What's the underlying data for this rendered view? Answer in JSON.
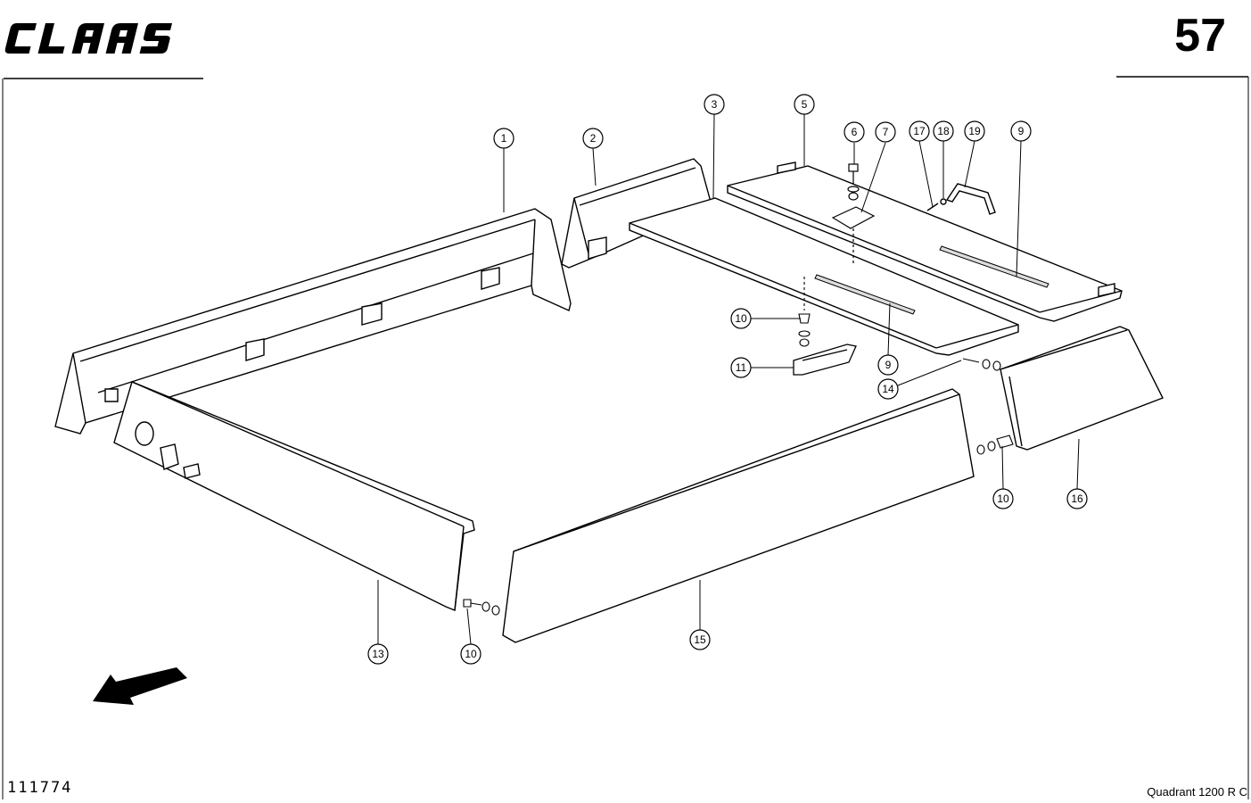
{
  "header": {
    "brand_logo_text": "CLAAS",
    "page_number": "57"
  },
  "footer": {
    "document_id": "111774",
    "model_name": "Quadrant 1200 R C"
  },
  "callouts": {
    "c1": "1",
    "c2": "2",
    "c3": "3",
    "c5": "5",
    "c6": "6",
    "c7": "7",
    "c17": "17",
    "c18": "18",
    "c19": "19",
    "c9a": "9",
    "c9b": "9",
    "c10a": "10",
    "c10b": "10",
    "c10c": "10",
    "c11": "11",
    "c13": "13",
    "c14": "14",
    "c15": "15",
    "c16": "16"
  },
  "icons": {
    "direction_arrow": "arrow-down-left-icon"
  }
}
